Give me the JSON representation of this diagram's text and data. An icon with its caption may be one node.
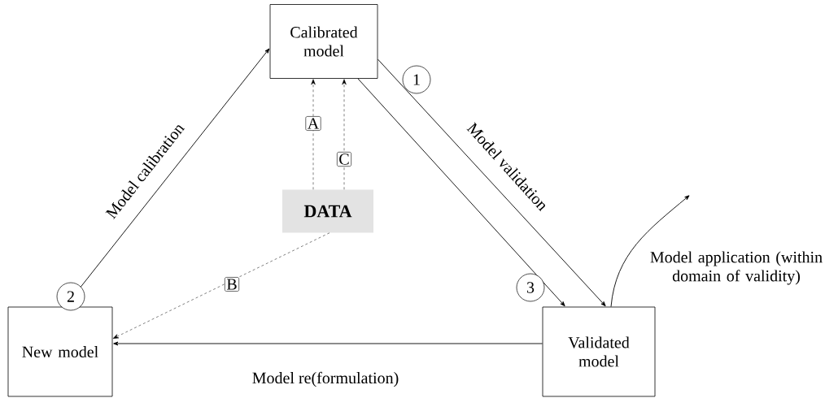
{
  "diagram": {
    "nodes": [
      {
        "text": [
          "Calibrated model"
        ]
      },
      {
        "text": [
          "DATA"
        ]
      },
      {
        "text": [
          "New model"
        ]
      },
      {
        "text": [
          "Validated model"
        ]
      }
    ],
    "edges": [
      {
        "from": 2,
        "to": 0,
        "arrow": "to",
        "label": "Model calibration"
      },
      {
        "from": 0,
        "to": 3,
        "arrow": "to",
        "label": "Model validation"
      },
      {
        "from": 0,
        "to": 3,
        "arrow": "to"
      },
      {
        "from": 3,
        "to": 2,
        "arrow": "to",
        "label": "Model re(formulation)"
      },
      {
        "from": 1,
        "to": 0,
        "arrow": "to",
        "label": "A",
        "style": "dashed"
      },
      {
        "from": 1,
        "to": 0,
        "arrow": "to",
        "label": "C",
        "style": "dashed"
      },
      {
        "from": 1,
        "to": 2,
        "arrow": "to",
        "label": "B",
        "style": "dashed"
      },
      {
        "from": 3,
        "to": null,
        "arrow": "to",
        "label": "Model application (within domain of validity)"
      }
    ],
    "labels": [
      "1",
      "2",
      "3"
    ]
  }
}
